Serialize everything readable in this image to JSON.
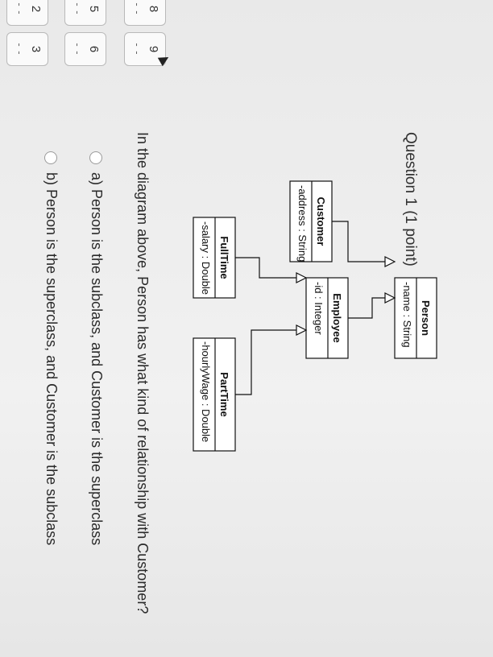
{
  "nav": {
    "tiles": [
      {
        "num": "2",
        "dash": "- -"
      },
      {
        "num": "3",
        "dash": "- -"
      },
      {
        "num": "5",
        "dash": "- -"
      },
      {
        "num": "6",
        "dash": "- -"
      },
      {
        "num": "8",
        "dash": "- -"
      },
      {
        "num": "9",
        "dash": "- -"
      }
    ]
  },
  "question": {
    "title": "Question 1",
    "points": "(1 point)",
    "prompt": "In the diagram above, Person has what kind of relationship with Customer?",
    "options": [
      {
        "label": "a) Person is the subclass, and Customer is the superclass"
      },
      {
        "label": "b) Person is the superclass, and Customer is the subclass"
      }
    ]
  },
  "diagram": {
    "classes": {
      "person": {
        "name": "Person",
        "attr": "-name : String"
      },
      "customer": {
        "name": "Customer",
        "attr": "-address : String"
      },
      "employee": {
        "name": "Employee",
        "attr": "-id : Integer"
      },
      "fulltime": {
        "name": "FullTime",
        "attr": "-salary : Double"
      },
      "parttime": {
        "name": "PartTime",
        "attr": "-hourlyWage : Double"
      }
    }
  }
}
